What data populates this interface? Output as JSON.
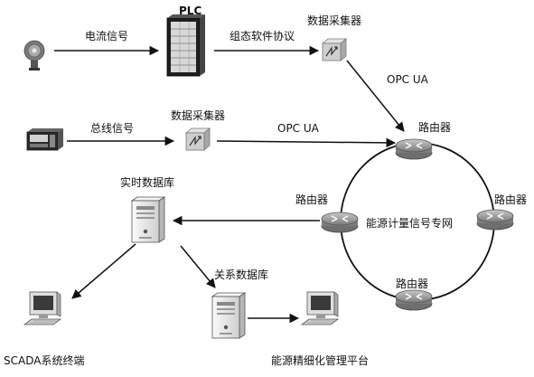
{
  "labels": {
    "current_signal": "电流信号",
    "plc": "PLC",
    "config_protocol": "组态软件协议",
    "collector_top": "数据采集器",
    "opc_ua_top": "OPC UA",
    "bus_signal": "总线信号",
    "collector_mid": "数据采集器",
    "opc_ua_mid": "OPC UA",
    "router_top": "路由器",
    "router_left": "路由器",
    "router_right": "路由器",
    "router_bottom": "路由器",
    "network": "能源计量信号专网",
    "realtime_db": "实时数据库",
    "relational_db": "关系数据库",
    "scada": "SCADA系统终端",
    "platform": "能源精细化管理平台"
  },
  "icons": {
    "sensor": "pressure-transmitter-icon",
    "meter": "digital-meter-icon",
    "plc": "plc-cabinet-icon",
    "collector": "data-collector-icon",
    "router": "router-icon",
    "server": "server-tower-icon",
    "terminal": "desktop-computer-icon"
  },
  "colors": {
    "line": "#111111",
    "router_fill": "#9a9a9a",
    "collector_fill": "#c8c8c8",
    "server_fill": "#eeeeee"
  }
}
